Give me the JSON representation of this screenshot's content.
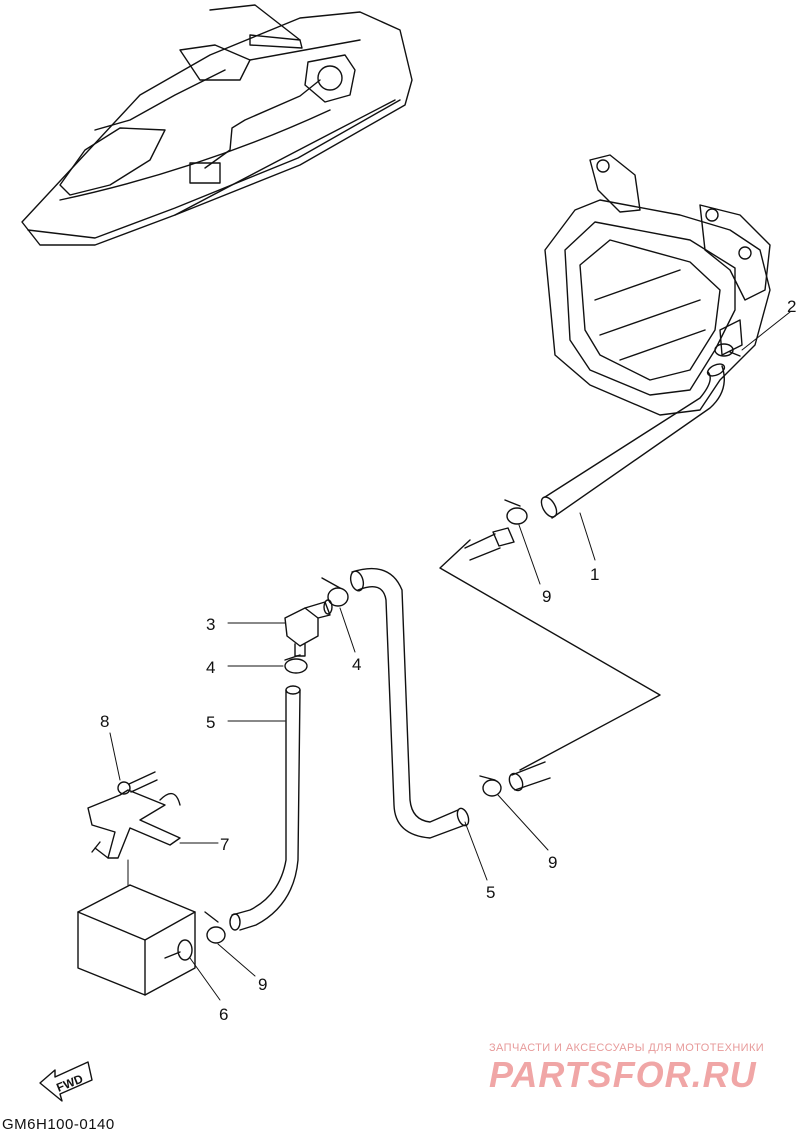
{
  "diagram": {
    "part_labels": [
      "1",
      "2",
      "3",
      "4",
      "4",
      "5",
      "5",
      "6",
      "7",
      "8",
      "9",
      "9",
      "9"
    ],
    "fwd_label": "FWD",
    "drawing_code": "GM6H100-0140"
  },
  "watermark": {
    "tagline": "ЗАПЧАСТИ И АКСЕССУАРЫ ДЛЯ МОТОТЕХНИКИ",
    "logo": "PARTSFOR.RU",
    "color": "#f0a6a6"
  },
  "colors": {
    "line": "#111111",
    "background": "#ffffff"
  }
}
